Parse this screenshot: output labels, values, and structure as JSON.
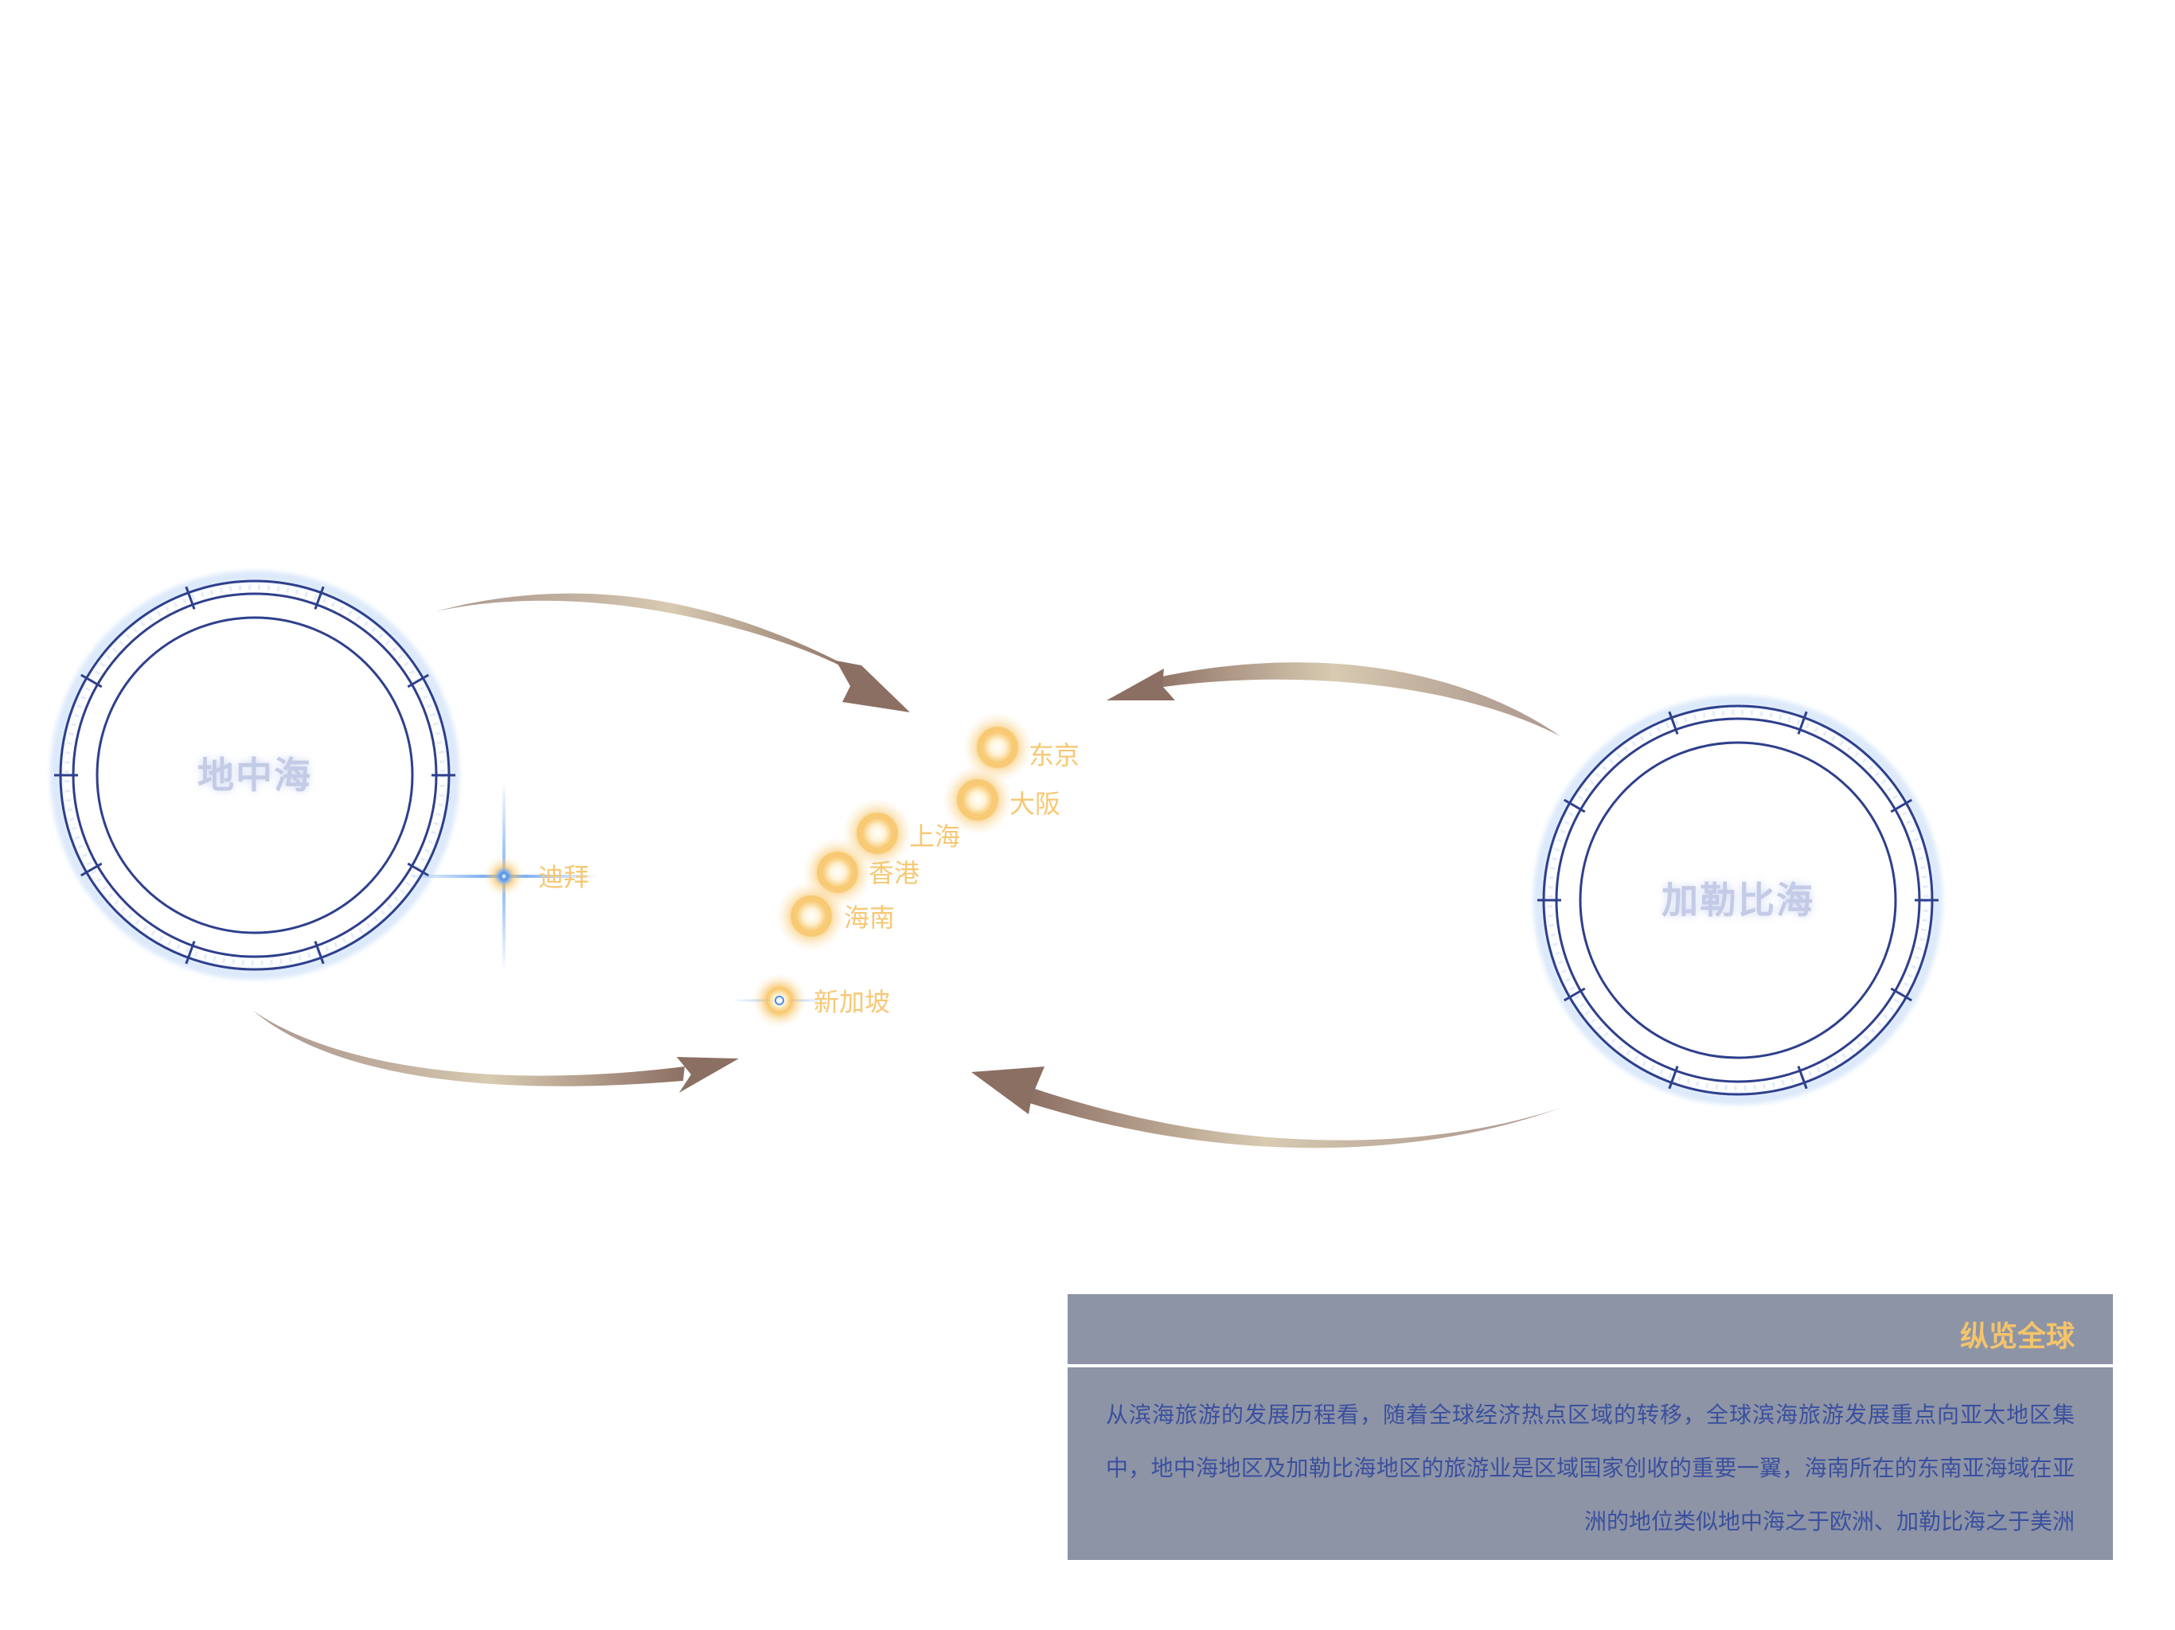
{
  "regions": {
    "mediterranean": "地中海",
    "caribbean": "加勒比海"
  },
  "cities": [
    {
      "id": "tokyo",
      "name": "东京"
    },
    {
      "id": "osaka",
      "name": "大阪"
    },
    {
      "id": "shanghai",
      "name": "上海"
    },
    {
      "id": "hongkong",
      "name": "香港"
    },
    {
      "id": "hainan",
      "name": "海南"
    },
    {
      "id": "singapore",
      "name": "新加坡"
    },
    {
      "id": "dubai",
      "name": "迪拜"
    }
  ],
  "info_panel": {
    "title": "纵览全球",
    "body": "从滨海旅游的发展历程看，随着全球经济热点区域的转移，全球滨海旅游发展重点向亚太地区集中，地中海地区及加勒比海地区的旅游业是区域国家创收的重要一翼，海南所在的东南亚海域在亚洲的地位类似地中海之于欧洲、加勒比海之于美洲"
  },
  "colors": {
    "ring": "#2e3f8c",
    "ring_glow": "#dbe9fb",
    "region_text": "#c3cbe6",
    "city_glow": "#f7c15e",
    "city_text": "#f6c874",
    "dubai_star": "#4d8fe8",
    "arrow_dark": "#8c6f63",
    "arrow_light": "#d8cbb2",
    "panel_bg": "#8d94a6",
    "panel_title": "#f5c46a",
    "panel_text": "#3b4f9e"
  }
}
